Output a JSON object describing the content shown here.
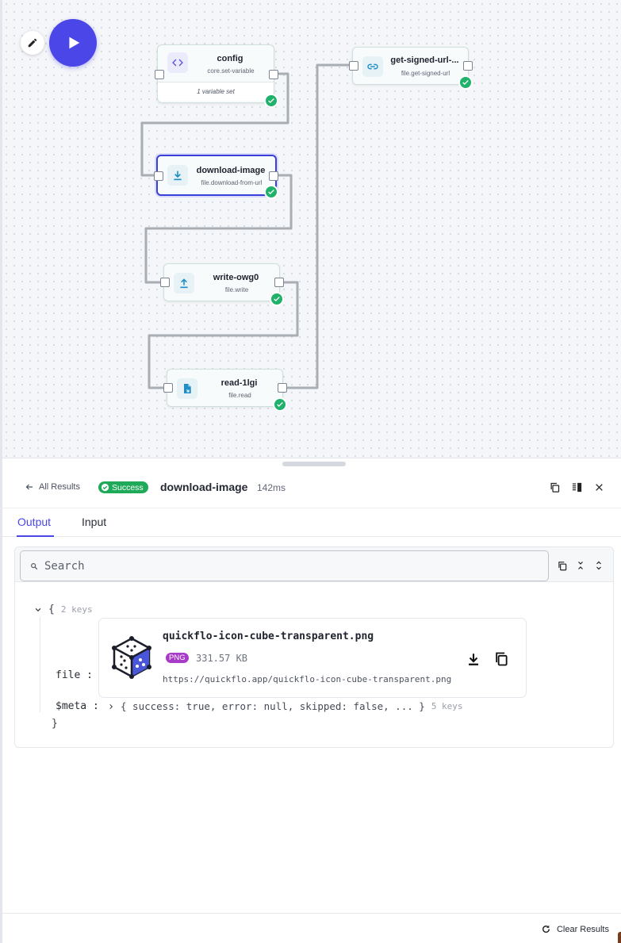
{
  "canvas": {
    "nodes": [
      {
        "id": "config",
        "title": "config",
        "subtitle": "core.set-variable",
        "footer": "1 variable set",
        "icon": "code-icon"
      },
      {
        "id": "download-image",
        "title": "download-image",
        "subtitle": "file.download-from-url",
        "icon": "download-icon",
        "selected": true
      },
      {
        "id": "write-owg0",
        "title": "write-owg0",
        "subtitle": "file.write",
        "icon": "upload-icon"
      },
      {
        "id": "read-1lgi",
        "title": "read-1lgi",
        "subtitle": "file.read",
        "icon": "file-read-icon"
      },
      {
        "id": "get-signed-url",
        "title": "get-signed-url-...",
        "subtitle": "file.get-signed-url",
        "icon": "link-icon"
      }
    ]
  },
  "panel": {
    "back_label": "All Results",
    "status": "Success",
    "node_name": "download-image",
    "duration": "142ms",
    "tabs": [
      {
        "label": "Output",
        "active": true
      },
      {
        "label": "Input",
        "active": false
      }
    ],
    "search_placeholder": "Search",
    "tree": {
      "open_brace": "{",
      "keys_count": "2 keys",
      "file_key": "file",
      "file": {
        "name": "quickflo-icon-cube-transparent.png",
        "type": "PNG",
        "size": "331.57 KB",
        "url": "https://quickflo.app/quickflo-icon-cube-transparent.png"
      },
      "meta_key": "$meta",
      "meta_preview": "{ success: true, error: null, skipped: false, ... }",
      "meta_keys_count": "5 keys",
      "close_brace": "}"
    },
    "clear_label": "Clear Results"
  },
  "colors": {
    "accent": "#4b46e8",
    "success": "#1faa59",
    "png_badge": "#a73ac7"
  }
}
